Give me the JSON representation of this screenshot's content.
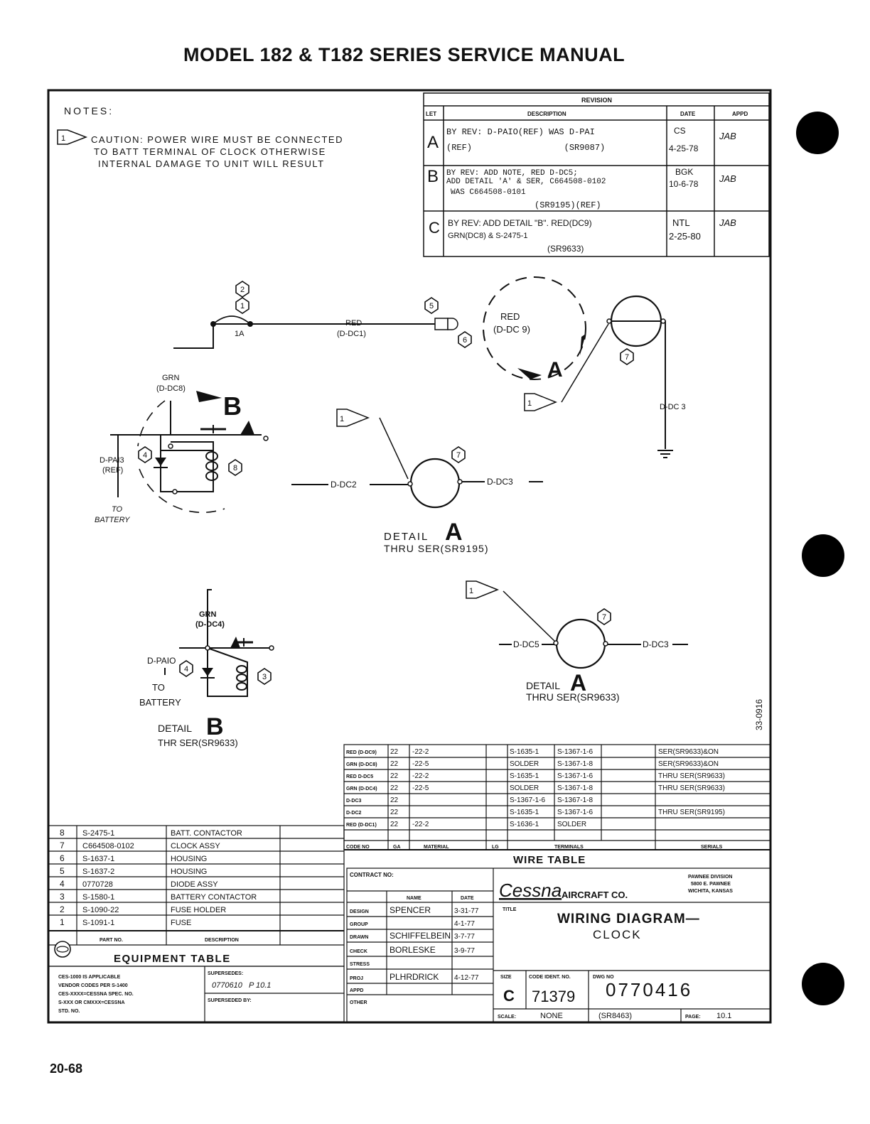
{
  "header": {
    "title": "MODEL 182 & T182 SERIES SERVICE MANUAL"
  },
  "footer": {
    "page_number": "20-68"
  },
  "notes": {
    "heading": "NOTES:",
    "note1_marker": "1",
    "note1_lines": [
      "CAUTION: POWER WIRE MUST BE CONNECTED",
      "TO BATT TERMINAL OF CLOCK OTHERWISE",
      "INTERNAL DAMAGE TO UNIT WILL RESULT"
    ]
  },
  "revision_block": {
    "title": "REVISION",
    "headers": {
      "let": "LET",
      "description": "DESCRIPTION",
      "date": "DATE",
      "appd": "APPD"
    },
    "rows": [
      {
        "let": "A",
        "desc": [
          "BY REV: D-PAIO(REF) WAS D-PAI",
          "(REF)                  (SR9087)"
        ],
        "date": [
          "CS",
          "4-25-78"
        ],
        "appd": "JAB"
      },
      {
        "let": "B",
        "desc": [
          "BY REV: ADD NOTE, RED D-DC5;",
          "ADD DETAIL 'A' & SER, C664508-0102",
          "WAS C664508-0101",
          "(SR9195)(REF)"
        ],
        "date": [
          "BGK",
          "10-6-78"
        ],
        "appd": "JAB"
      },
      {
        "let": "C",
        "desc": [
          "BY REV: ADD DETAIL \"B\". RED(DC9)",
          "GRN(DC8) & S-2475-1",
          "(SR9633)"
        ],
        "date": [
          "NTL",
          "2-25-80"
        ],
        "appd": "JAB"
      }
    ]
  },
  "schematic": {
    "labels": {
      "main_red_wire": [
        "RED",
        "(D-DC1)"
      ],
      "fuse_rating": "1A",
      "red_dc9": [
        "RED",
        "(D-DC 9)"
      ],
      "d_dc3": "D-DC 3",
      "grn_dc8": [
        "GRN",
        "(D-DC8)"
      ],
      "d_pai3": [
        "D-PAI3",
        "(REF)"
      ],
      "to_battery": [
        "TO",
        "BATTERY"
      ],
      "detail_a_wires": {
        "left": "D-DC2",
        "right": "D-DC3"
      },
      "detail_a_title": "DETAIL",
      "detail_a_letter": "A",
      "detail_a_sub": "THRU SER(SR9195)",
      "detail_a2_wires": {
        "left": "D-DC5",
        "right": "D-DC3"
      },
      "detail_a2_sub": "THRU SER(SR9633)",
      "detail_b_grn": [
        "GRN",
        "(D-DC4)"
      ],
      "detail_b_dpai": "D-PAIO",
      "detail_b_to_battery": [
        "TO",
        "BATTERY"
      ],
      "detail_b_title": "DETAIL",
      "detail_b_letter": "B",
      "detail_b_sub": "THR SER(SR9633)",
      "callout_letter_a": "A",
      "callout_letter_b": "B",
      "side_code": "33-0916",
      "item_numbers": [
        "1",
        "2",
        "3",
        "4",
        "5",
        "6",
        "7",
        "8"
      ]
    }
  },
  "wire_table": {
    "title": "WIRE TABLE",
    "headers": [
      "CODE NO",
      "GA",
      "MATERIAL",
      "LG",
      "TERMINALS",
      "",
      "SERIALS"
    ],
    "rows": [
      [
        "RED (D-DC9)",
        "22",
        "-22-2",
        "",
        "S-1635-1",
        "S-1367-1-6",
        "SER(SR9633)&ON"
      ],
      [
        "GRN (D-DC8)",
        "22",
        "-22-5",
        "",
        "SOLDER",
        "S-1367-1-8",
        "SER(SR9633)&ON"
      ],
      [
        "RED D-DC5",
        "22",
        "-22-2",
        "",
        "S-1635-1",
        "S-1367-1-6",
        "THRU SER(SR9633)"
      ],
      [
        "GRN (D-DC4)",
        "22",
        "-22-5",
        "",
        "SOLDER",
        "S-1367-1-8",
        "THRU SER(SR9633)"
      ],
      [
        "D-DC3",
        "22",
        "",
        "",
        "S-1367-1-6",
        "S-1367-1-8",
        ""
      ],
      [
        "D-DC2",
        "22",
        "",
        "",
        "S-1635-1",
        "S-1367-1-6",
        "THRU SER(SR9195)"
      ],
      [
        "RED (D-DC1)",
        "22",
        "-22-2",
        "",
        "S-1636-1",
        "SOLDER",
        ""
      ]
    ]
  },
  "equipment_table": {
    "title": "EQUIPMENT TABLE",
    "headers": {
      "part_no": "PART NO.",
      "description": "DESCRIPTION"
    },
    "rows": [
      [
        "8",
        "S-2475-1",
        "BATT. CONTACTOR"
      ],
      [
        "7",
        "C664508-0102",
        "CLOCK ASSY"
      ],
      [
        "6",
        "S-1637-1",
        "HOUSING"
      ],
      [
        "5",
        "S-1637-2",
        "HOUSING"
      ],
      [
        "4",
        "0770728",
        "DIODE ASSY"
      ],
      [
        "3",
        "S-1580-1",
        "BATTERY CONTACTOR"
      ],
      [
        "2",
        "S-1090-22",
        "FUSE HOLDER"
      ],
      [
        "1",
        "S-1091-1",
        "FUSE"
      ]
    ]
  },
  "title_block": {
    "contract_no": "CONTRACT NO:",
    "name_header": "NAME",
    "date_header": "DATE",
    "signoffs": [
      {
        "role": "DESIGN",
        "name": "SPENCER",
        "date": "3-31-77"
      },
      {
        "role": "GROUP",
        "name": "",
        "date": "4-1-77"
      },
      {
        "role": "DRAWN",
        "name": "SCHIFFELBEIN",
        "date": "3-7-77"
      },
      {
        "role": "CHECK",
        "name": "BORLESKE",
        "date": "3-9-77"
      },
      {
        "role": "STRESS",
        "name": "",
        "date": ""
      },
      {
        "role": "PROJ",
        "name": "PLHRDRICK",
        "date": "4-12-77"
      },
      {
        "role": "APPD",
        "name": "",
        "date": ""
      },
      {
        "role": "OTHER",
        "name": "",
        "date": ""
      }
    ],
    "company": "Cessna",
    "company_suffix": "AIRCRAFT CO.",
    "division": [
      "PAWNEE DIVISION",
      "5800 E. PAWNEE",
      "WICHITA, KANSAS"
    ],
    "title_label": "TITLE",
    "title_line1": "WIRING DIAGRAM—",
    "title_line2": "CLOCK",
    "size_label": "SIZE",
    "size_value": "C",
    "code_ident_label": "CODE IDENT. NO.",
    "code_ident_value": "71379",
    "dwg_no_label": "DWG NO",
    "dwg_no_value": "0770416",
    "scale_label": "SCALE:",
    "scale_value": "NONE",
    "sr_value": "(SR8463)",
    "page_label": "PAGE:",
    "page_value": "10.1",
    "ces_note": [
      "CES-1000 IS APPLICABLE",
      "VENDOR CODES PER S-1400",
      "CES-XXXX=CESSNA SPEC. NO.",
      "S-XXX OR CMXXX=CESSNA",
      "STD. NO."
    ],
    "supersedes_label": "SUPERSEDES:",
    "supersedes_value": "0770610   P 10.1",
    "superseded_by_label": "SUPERSEDED BY:"
  }
}
